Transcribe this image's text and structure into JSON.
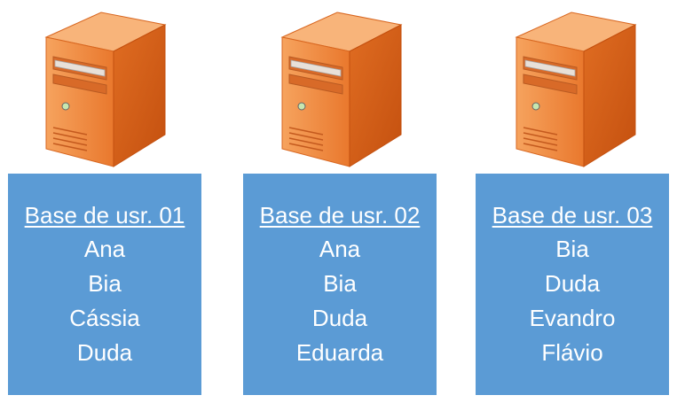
{
  "colors": {
    "box_fill": "#5b9bd5",
    "server_front": "#f08a3c",
    "server_side": "#d6601a",
    "server_top": "#f7a566",
    "text": "#ffffff"
  },
  "servers": [
    {
      "icon": "server-tower-icon"
    },
    {
      "icon": "server-tower-icon"
    },
    {
      "icon": "server-tower-icon"
    }
  ],
  "bases": [
    {
      "title": "Base de usr. 01",
      "users": [
        "Ana",
        "Bia",
        "Cássia",
        "Duda"
      ]
    },
    {
      "title": "Base de usr. 02",
      "users": [
        "Ana",
        "Bia",
        "Duda",
        "Eduarda"
      ]
    },
    {
      "title": "Base de usr. 03",
      "users": [
        "Bia",
        "Duda",
        "Evandro",
        "Flávio"
      ]
    }
  ]
}
